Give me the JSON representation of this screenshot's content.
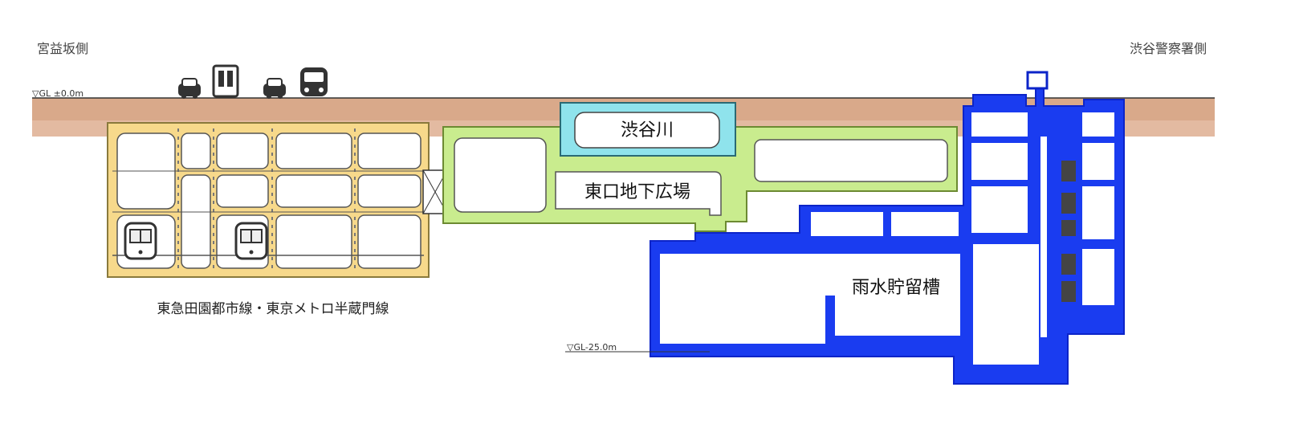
{
  "labels": {
    "left_side": "宮益坂側",
    "right_side": "渋谷警察署側",
    "ground_level": "▽GL ±0.0m",
    "bottom_level": "▽GL-25.0m",
    "river": "渋谷川",
    "plaza": "東口地下広場",
    "reservoir": "雨水貯留槽",
    "railway": "東急田園都市線・東京メトロ半蔵門線"
  },
  "colors": {
    "ground": "#d9a98a",
    "railway_box": "#f7d98b",
    "railway_outline": "#8a7a3c",
    "plaza": "#c9ec8e",
    "plaza_outline": "#6c8a32",
    "river": "#8fe3ec",
    "river_outline": "#2a6a74",
    "reservoir": "#1a3cf0",
    "reservoir_dark": "#0c24c8"
  },
  "icons": [
    "car-icon",
    "truck-icon",
    "car-icon",
    "bus-icon",
    "train-icon",
    "train-icon"
  ]
}
